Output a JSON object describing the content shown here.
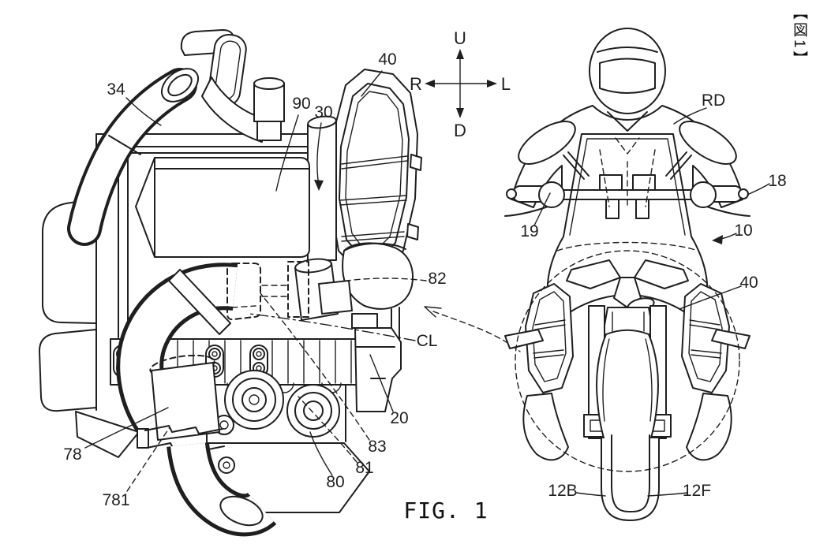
{
  "figure": {
    "caption": "FIG. 1",
    "corner_tag": "【図1】"
  },
  "compass": {
    "up": "U",
    "down": "D",
    "right": "R",
    "left": "L"
  },
  "colors": {
    "line": "#1f1f1f",
    "background": "#ffffff"
  },
  "engine_view": {
    "labels": {
      "n34": "34",
      "n90": "90",
      "n30": "30",
      "n40": "40",
      "n82": "82",
      "cl": "CL",
      "n20": "20",
      "n83": "83",
      "n81": "81",
      "n80": "80",
      "n78": "78",
      "n781": "781"
    }
  },
  "motorcycle_view": {
    "labels": {
      "rd": "RD",
      "n18": "18",
      "n19": "19",
      "n10": "10",
      "n40": "40",
      "n12b": "12B",
      "n12f": "12F"
    }
  }
}
